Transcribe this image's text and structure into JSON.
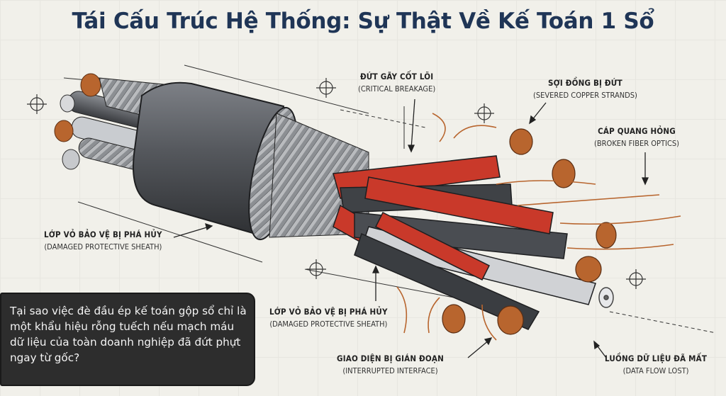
{
  "title": "Tái Cấu Trúc Hệ Thống: Sự Thật Về Kế Toán 1 Sổ",
  "labels": {
    "critical_breakage": {
      "vi": "ĐỨT GÃY CỐT LÕI",
      "en": "(CRITICAL BREAKAGE)"
    },
    "severed_copper": {
      "vi": "SỢI ĐỒNG BỊ ĐỨT",
      "en": "(SEVERED COPPER STRANDS)"
    },
    "broken_fiber": {
      "vi": "CÁP QUANG HỎNG",
      "en": "(BROKEN FIBER OPTICS)"
    },
    "damaged_sheath_left": {
      "vi": "LỚP VỎ BẢO VỆ BỊ PHÁ HỦY",
      "en": "(DAMAGED PROTECTIVE SHEATH)"
    },
    "damaged_sheath_bottom": {
      "vi": "LỚP VỎ BẢO VỆ BỊ PHÁ HỦY",
      "en": "(DAMAGED PROTECTIVE SHEATH)"
    },
    "interrupted_interface": {
      "vi": "GIAO DIỆN BỊ GIÁN ĐOẠN",
      "en": "(INTERRUPTED INTERFACE)"
    },
    "data_flow_lost": {
      "vi": "LUỒNG DỮ LIỆU ĐÃ MẤT",
      "en": "(DATA FLOW LOST)"
    }
  },
  "question": "Tại sao việc đè đầu ép kế toán gộp sổ chỉ là một khẩu hiệu rỗng tuếch nếu mạch máu dữ liệu của toàn doanh nghiệp đã đứt phựt ngay từ gốc?",
  "colors": {
    "title": "#1f3556",
    "copper": "#b8652e",
    "red_insulation": "#c9392a",
    "jacket": "#5b5e63",
    "question_bg": "#2d2d2d"
  },
  "icons": [
    "crosshair-icon",
    "arrow-icon"
  ]
}
